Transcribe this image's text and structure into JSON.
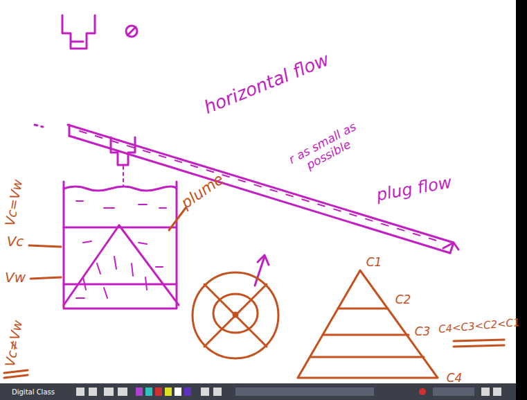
{
  "diagram": {
    "labels": [
      "horizontal flow",
      "r as small as possible",
      "plug flow",
      "plume",
      "Vc=Vw",
      "Vc",
      "Vw",
      "Vc≠Vw",
      "C1",
      "C2",
      "C3",
      "C4",
      "C4<C3<C2<C1",
      "Digital Class"
    ]
  }
}
